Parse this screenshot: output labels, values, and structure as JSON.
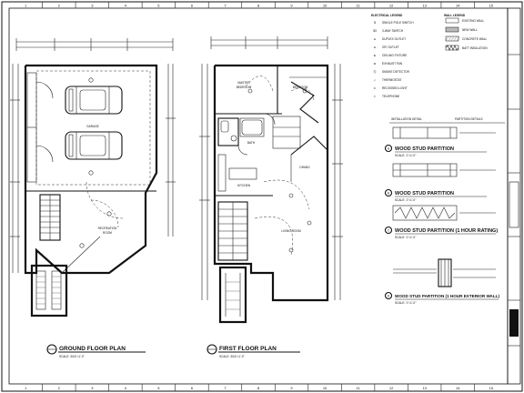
{
  "grid_columns": [
    "1",
    "2",
    "3",
    "4",
    "5",
    "6",
    "7",
    "8",
    "9",
    "10",
    "11",
    "12",
    "13",
    "14",
    "15"
  ],
  "plans": [
    {
      "title": "GROUND FLOOR PLAN",
      "scale": "SCALE: 3/16\"=1'-0\"",
      "rooms": [
        {
          "name": "GARAGE"
        },
        {
          "name": "RECREATION",
          "sub": "ROOM"
        }
      ]
    },
    {
      "title": "FIRST FLOOR PLAN",
      "scale": "SCALE: 3/16\"=1'-0\"",
      "rooms": [
        {
          "name": "MASTER",
          "sub": "BEDROOM"
        },
        {
          "name": "BEDROOM"
        },
        {
          "name": "BATH"
        },
        {
          "name": "KITCHEN"
        },
        {
          "name": "LIVING ROOM"
        },
        {
          "name": "DINING"
        }
      ]
    }
  ],
  "legend": {
    "electrical_title": "ELECTRICAL LEGEND",
    "wall_title": "WALL LEGEND",
    "electrical_symbols": [
      {
        "symbol": "$",
        "label": "SINGLE POLE SWITCH"
      },
      {
        "symbol": "$3",
        "label": "3-WAY SWITCH"
      },
      {
        "symbol": "⊖",
        "label": "DUPLEX OUTLET"
      },
      {
        "symbol": "⊖",
        "label": "GFI OUTLET"
      },
      {
        "symbol": "⊕",
        "label": "CEILING FIXTURE"
      },
      {
        "symbol": "⊗",
        "label": "EXHAUST FAN"
      },
      {
        "symbol": "Ⓢ",
        "label": "SMOKE DETECTOR"
      },
      {
        "symbol": "◇",
        "label": "THERMOSTAT"
      },
      {
        "symbol": "⊙",
        "label": "RECESSED LIGHT"
      },
      {
        "symbol": "▽",
        "label": "TELEPHONE"
      }
    ],
    "wall_types": [
      {
        "label": "EXISTING WALL"
      },
      {
        "label": "NEW WALL"
      },
      {
        "label": "CONCRETE WALL"
      },
      {
        "label": "BATT INSULATION"
      }
    ]
  },
  "sections": [
    {
      "letter": "A",
      "title": "WOOD STUD PARTITION",
      "scale": "SCALE: 1\"=1'-0\""
    },
    {
      "letter": "B",
      "title": "WOOD STUD PARTITION",
      "scale": "SCALE: 1\"=1'-0\""
    },
    {
      "letter": "C",
      "title": "WOOD STUD PARTITION (1 HOUR RATING)",
      "scale": "SCALE: 1\"=1'-0\""
    },
    {
      "letter": "D",
      "title": "WOOD STUD PARTITION (1 HOUR EXTERIOR WALL)",
      "scale": "SCALE: 1\"=1'-0\""
    }
  ],
  "details_header": {
    "left": "INSTALLATION DETAIL",
    "right": "PARTITION DETAILS"
  },
  "colors": {
    "ink": "#111111",
    "paper": "#ffffff"
  }
}
